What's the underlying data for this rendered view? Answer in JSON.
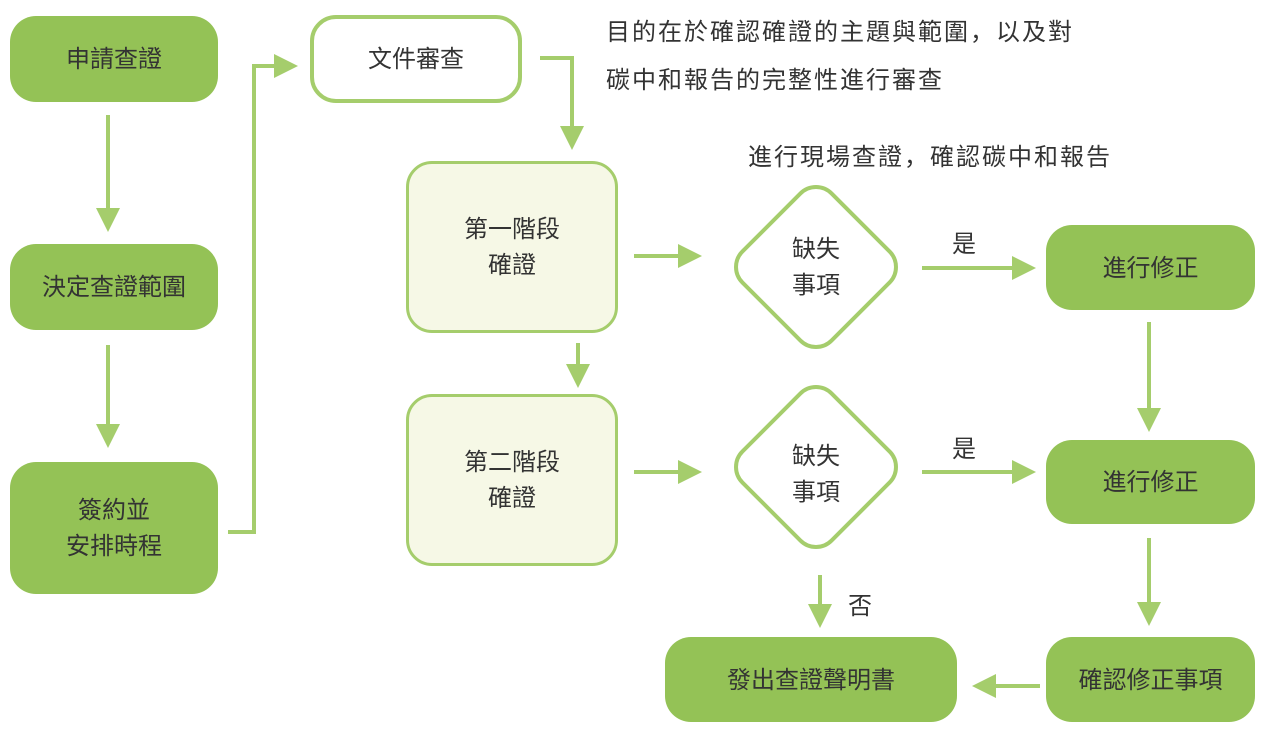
{
  "colors": {
    "accent": "#94c256",
    "border": "#a5cd6c",
    "light_fill": "#f6f8e6"
  },
  "nodes": {
    "apply": "申請查證",
    "scope": "決定查證範圍",
    "contract_1": "簽約並",
    "contract_2": "安排時程",
    "doc_review": "文件審查",
    "stage1_1": "第一階段",
    "stage1_2": "確證",
    "stage2_1": "第二階段",
    "stage2_2": "確證",
    "defect1_1": "缺失",
    "defect1_2": "事項",
    "defect2_1": "缺失",
    "defect2_2": "事項",
    "fix1": "進行修正",
    "fix2": "進行修正",
    "confirm_fix": "確認修正事項",
    "issue": "發出查證聲明書"
  },
  "labels": {
    "yes1": "是",
    "yes2": "是",
    "no": "否"
  },
  "notes": {
    "doc_line1": "目的在於確認確證的主題與範圍，以及對",
    "doc_line2": "碳中和報告的完整性進行審查",
    "site": "進行現場查證，確認碳中和報告"
  }
}
